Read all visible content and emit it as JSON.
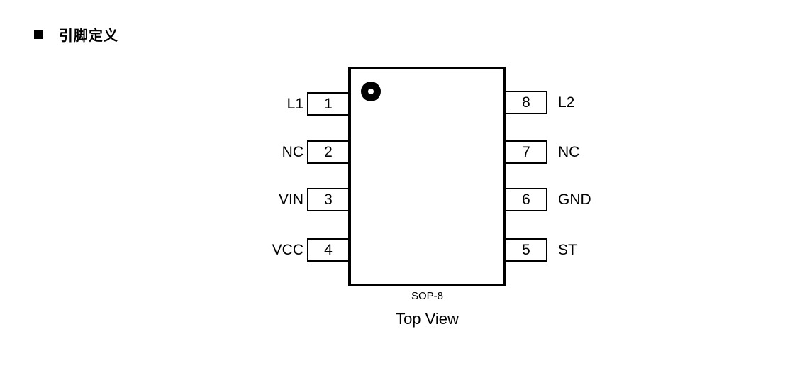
{
  "heading": {
    "text": "引脚定义"
  },
  "package": {
    "name": "SOP-8",
    "view": "Top View"
  },
  "pins": {
    "p1": {
      "number": "1",
      "label": "L1"
    },
    "p2": {
      "number": "2",
      "label": "NC"
    },
    "p3": {
      "number": "3",
      "label": "VIN"
    },
    "p4": {
      "number": "4",
      "label": "VCC"
    },
    "p5": {
      "number": "5",
      "label": "ST"
    },
    "p6": {
      "number": "6",
      "label": "GND"
    },
    "p7": {
      "number": "7",
      "label": "NC"
    },
    "p8": {
      "number": "8",
      "label": "L2"
    }
  }
}
